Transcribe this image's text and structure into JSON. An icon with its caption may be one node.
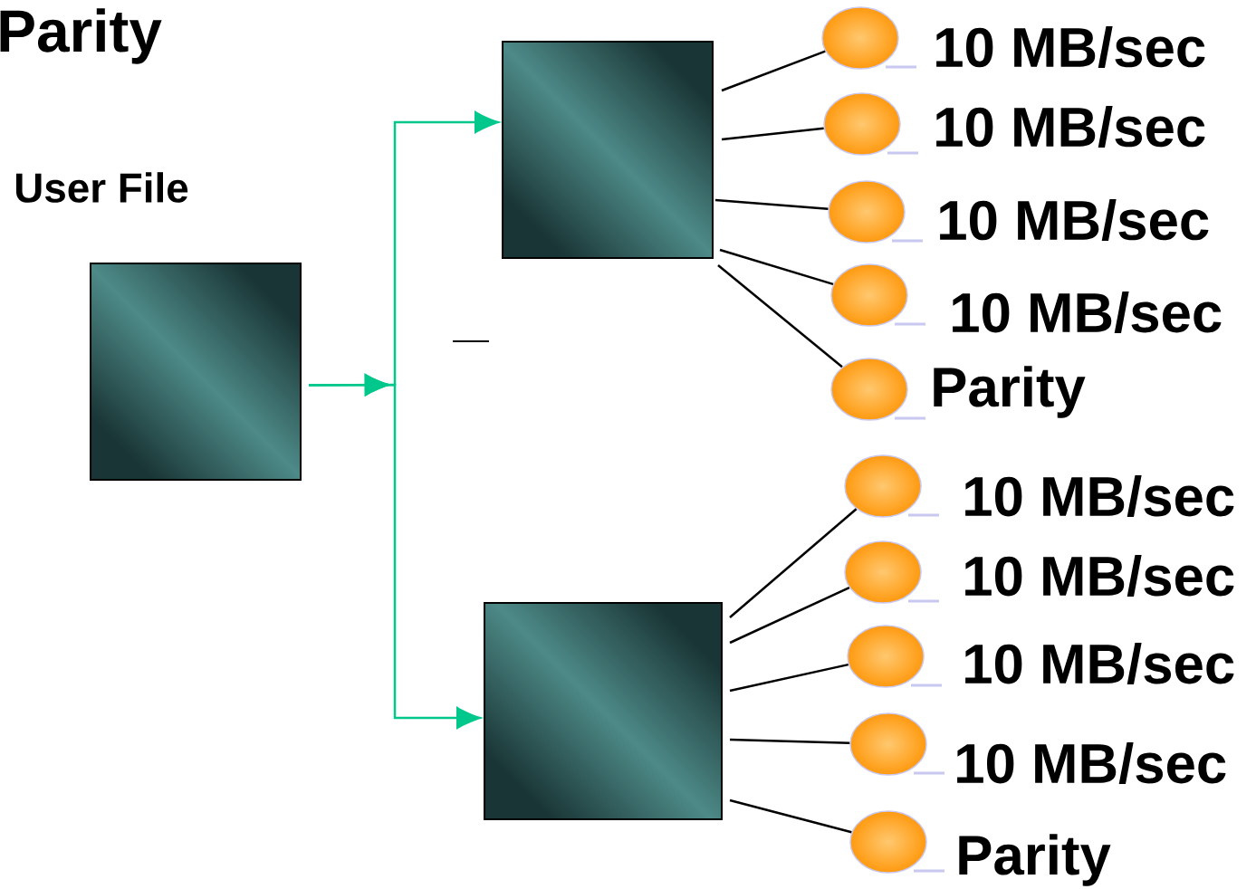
{
  "diagram": {
    "title": "Parity",
    "nodes": [
      {
        "text": [
          "User File"
        ]
      },
      {
        "text": [],
        "shape": "box"
      },
      {
        "text": [],
        "shape": "box"
      },
      {
        "text": [],
        "shape": "circle",
        "beside": [
          "10 MB/sec"
        ]
      },
      {
        "text": [],
        "shape": "circle",
        "beside": [
          "10 MB/sec"
        ]
      },
      {
        "text": [],
        "shape": "circle",
        "beside": [
          "10 MB/sec"
        ]
      },
      {
        "text": [],
        "shape": "circle",
        "beside": [
          "10 MB/sec"
        ]
      },
      {
        "text": [],
        "shape": "circle",
        "beside": [
          "Parity"
        ]
      },
      {
        "text": [],
        "shape": "circle",
        "beside": [
          "10 MB/sec"
        ]
      },
      {
        "text": [],
        "shape": "circle",
        "beside": [
          "10 MB/sec"
        ]
      },
      {
        "text": [],
        "shape": "circle",
        "beside": [
          "10 MB/sec"
        ]
      },
      {
        "text": [],
        "shape": "circle",
        "beside": [
          "10 MB/sec"
        ]
      },
      {
        "text": [],
        "shape": "circle",
        "beside": [
          "Parity"
        ]
      }
    ],
    "edges": [
      {
        "from": 0,
        "to": 1,
        "arrow": "to",
        "color": "#00c78c"
      },
      {
        "from": 0,
        "to": 2,
        "arrow": "to",
        "color": "#00c78c"
      },
      {
        "from": 1,
        "to": 3,
        "arrow": "none"
      },
      {
        "from": 1,
        "to": 4,
        "arrow": "none"
      },
      {
        "from": 1,
        "to": 5,
        "arrow": "none"
      },
      {
        "from": 1,
        "to": 6,
        "arrow": "none"
      },
      {
        "from": 1,
        "to": 7,
        "arrow": "none"
      },
      {
        "from": 2,
        "to": 8,
        "arrow": "none"
      },
      {
        "from": 2,
        "to": 9,
        "arrow": "none"
      },
      {
        "from": 2,
        "to": 10,
        "arrow": "none"
      },
      {
        "from": 2,
        "to": 11,
        "arrow": "none"
      },
      {
        "from": 2,
        "to": 12,
        "arrow": "none"
      }
    ]
  }
}
